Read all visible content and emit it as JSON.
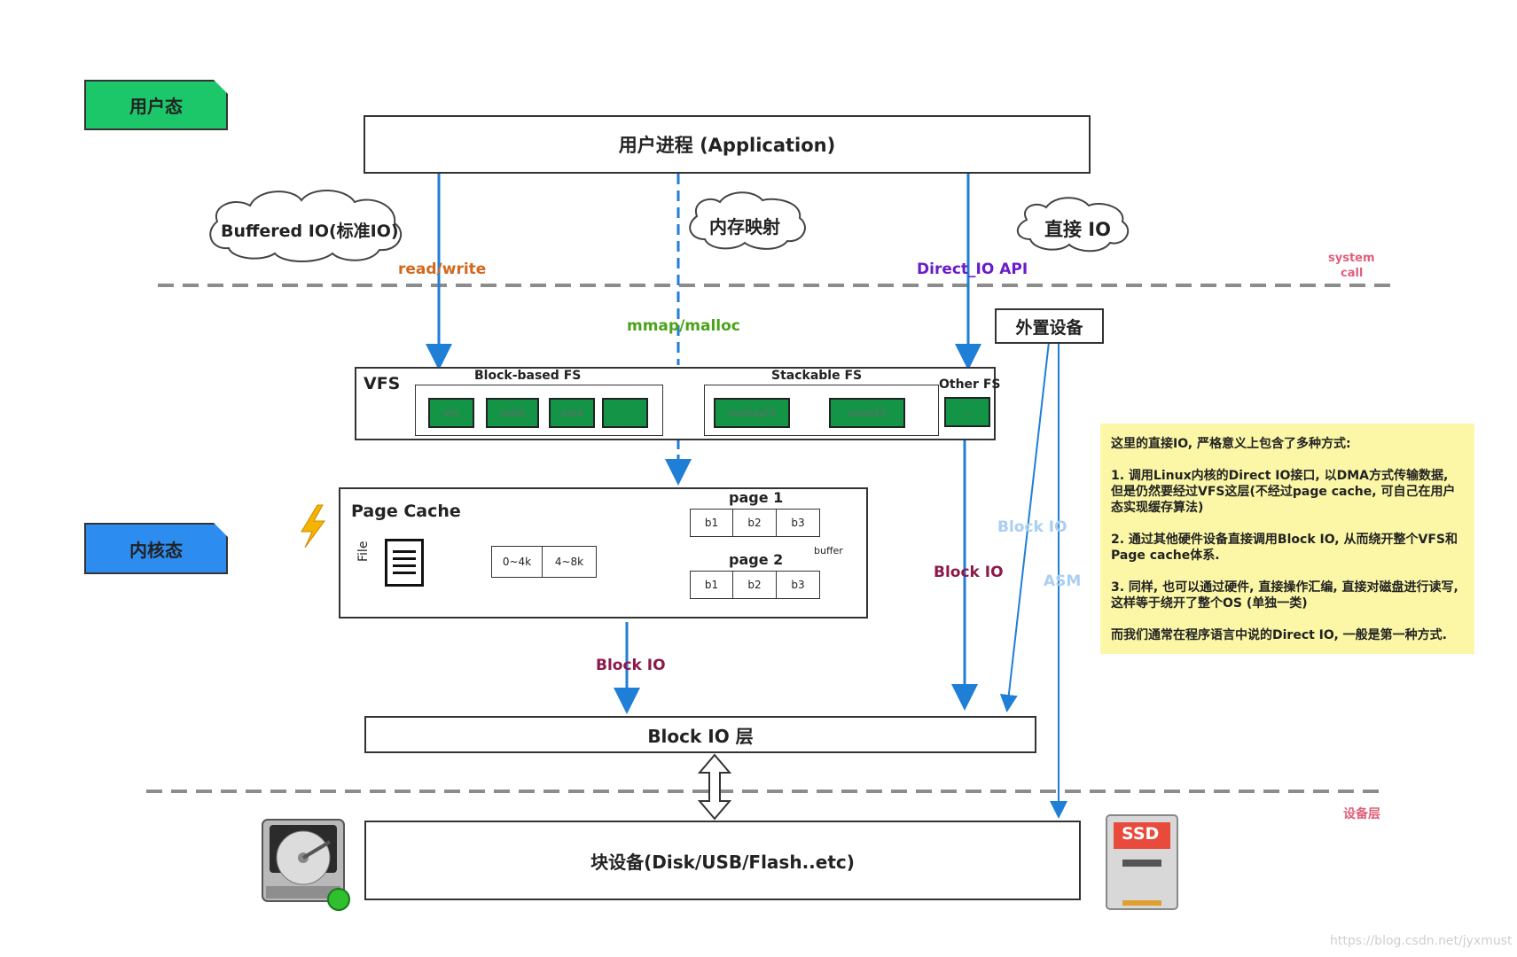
{
  "mode_tags": {
    "user": {
      "label": "用户态",
      "color": "#1cc76a"
    },
    "kernel": {
      "label": "内核态",
      "color": "#2d8cf0"
    }
  },
  "app_box": {
    "label": "用户进程 (Application)"
  },
  "clouds": {
    "buffered": "Buffered IO(标准IO)",
    "mmap": "内存映射",
    "direct": "直接 IO"
  },
  "paths": {
    "read_write": "read/write",
    "mmap_malloc": "mmap/malloc",
    "direct_api": "Direct_IO API"
  },
  "boundaries": {
    "system_call_line1": "system",
    "system_call_line2": "call",
    "device_layer": "设备层"
  },
  "external_device": {
    "label": "外置设备"
  },
  "vfs": {
    "title": "VFS",
    "block_based": {
      "title": "Block-based FS",
      "items": [
        "xfs",
        "exfat",
        "ext4",
        "..."
      ]
    },
    "stackable": {
      "title": "Stackable FS",
      "items": [
        "overlayFS",
        "unionFS"
      ]
    },
    "other": {
      "title": "Other FS",
      "items": [
        "..."
      ]
    }
  },
  "page_cache": {
    "title": "Page Cache",
    "file_label": "File",
    "ranges": [
      "0~4k",
      "4~8k"
    ],
    "page1": {
      "title": "page 1",
      "blocks": [
        "b1",
        "b2",
        "b3"
      ]
    },
    "page2": {
      "title": "page 2",
      "blocks": [
        "b1",
        "b2",
        "b3"
      ]
    },
    "buffer_label": "buffer"
  },
  "block_io_labels": {
    "from_cache": "Block IO",
    "direct": "Block IO",
    "external": "Block IO",
    "asm": "ASM"
  },
  "block_io_layer": {
    "label": "Block IO 层"
  },
  "block_device": {
    "label": "块设备(Disk/USB/Flash..etc)"
  },
  "ssd": {
    "label": "SSD"
  },
  "note": {
    "intro": "这里的直接IO, 严格意义上包含了多种方式:",
    "item1": "1. 调用Linux内核的Direct IO接口, 以DMA方式传输数据, 但是仍然要经过VFS这层(不经过page cache, 可自己在用户态实现缓存算法)",
    "item2": "2. 通过其他硬件设备直接调用Block IO, 从而绕开整个VFS和Page cache体系.",
    "item3": "3. 同样, 也可以通过硬件, 直接操作汇编, 直接对磁盘进行读写, 这样等于绕开了整个OS (单独一类)",
    "summary": "而我们通常在程序语言中说的Direct IO, 一般是第一种方式."
  },
  "watermark": "https://blog.csdn.net/jyxmust",
  "colors": {
    "arrow": "#1f7fd6",
    "read_write": "#d2691e",
    "mmap": "#4aa31a",
    "direct_api": "#6a1cc9",
    "block_io": "#8b1a4a",
    "light_blue": "#a9cff2",
    "boundary": "#e0607a"
  }
}
